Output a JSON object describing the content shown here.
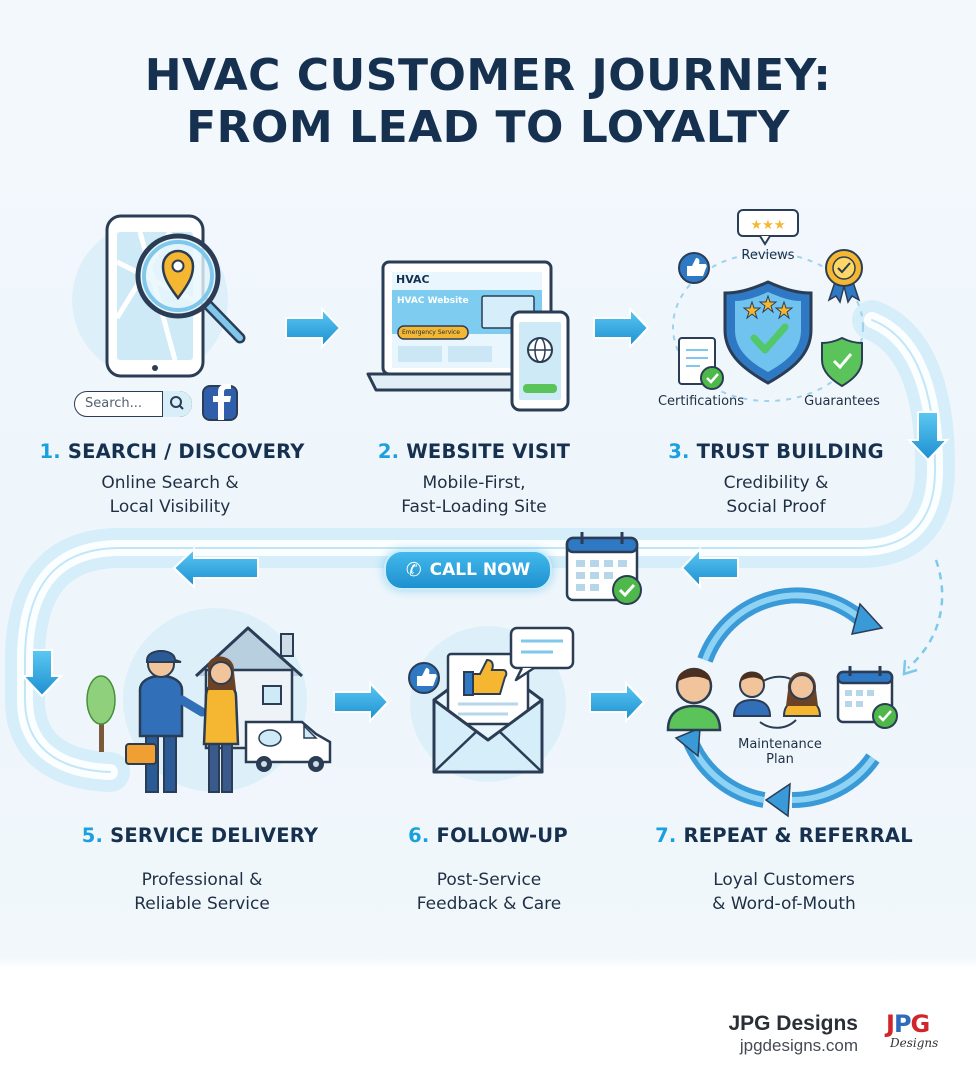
{
  "title": {
    "line1": "HVAC CUSTOMER JOURNEY:",
    "line2": "FROM LEAD TO LOYALTY"
  },
  "steps": [
    {
      "num": "1.",
      "title": "SEARCH / DISCOVERY",
      "desc1": "Online Search &",
      "desc2": "Local Visibility"
    },
    {
      "num": "2.",
      "title": "WEBSITE VISIT",
      "desc1": "Mobile-First,",
      "desc2": "Fast-Loading Site"
    },
    {
      "num": "3.",
      "title": "TRUST BUILDING",
      "desc1": "Credibility &",
      "desc2": "Social Proof"
    },
    {
      "num": "5.",
      "title": "SERVICE DELIVERY",
      "desc1": "Professional &",
      "desc2": "Reliable Service"
    },
    {
      "num": "6.",
      "title": "FOLLOW-UP",
      "desc1": "Post-Service",
      "desc2": "Feedback & Care"
    },
    {
      "num": "7.",
      "title": "REPEAT & REFERRAL",
      "desc1": "Loyal Customers",
      "desc2": "& Word-of-Mouth"
    }
  ],
  "search": {
    "placeholder": "Search..."
  },
  "website": {
    "brand": "HVAC",
    "hero": "HVAC Website",
    "cta": "Emergency Service"
  },
  "trust": {
    "reviews": "Reviews",
    "certifications": "Certifications",
    "guarantees": "Guarantees"
  },
  "call_now": {
    "label": "CALL NOW"
  },
  "maintenance": {
    "line1": "Maintenance",
    "line2": "Plan"
  },
  "footer": {
    "brand_name": "JPG Designs",
    "url": "jpgdesigns.com",
    "logo_text": "Designs"
  },
  "colors": {
    "navy": "#16304f",
    "accent": "#1aa0df",
    "path": "#cdeaf7",
    "green": "#4fb84a"
  },
  "icons": [
    "phone-map-icon",
    "magnifier-icon",
    "map-pin-icon",
    "facebook-icon",
    "laptop-icon",
    "smartphone-icon",
    "globe-icon",
    "shield-icon",
    "thumbs-up-icon",
    "rating-stars-icon",
    "award-badge-icon",
    "certificate-icon",
    "check-shield-icon",
    "calendar-icon",
    "phone-icon",
    "technician-icon",
    "customer-icon",
    "house-icon",
    "van-icon",
    "tree-icon",
    "envelope-icon",
    "chat-bubble-icon",
    "cycle-arrows-icon",
    "people-icon",
    "arrow-icon"
  ]
}
